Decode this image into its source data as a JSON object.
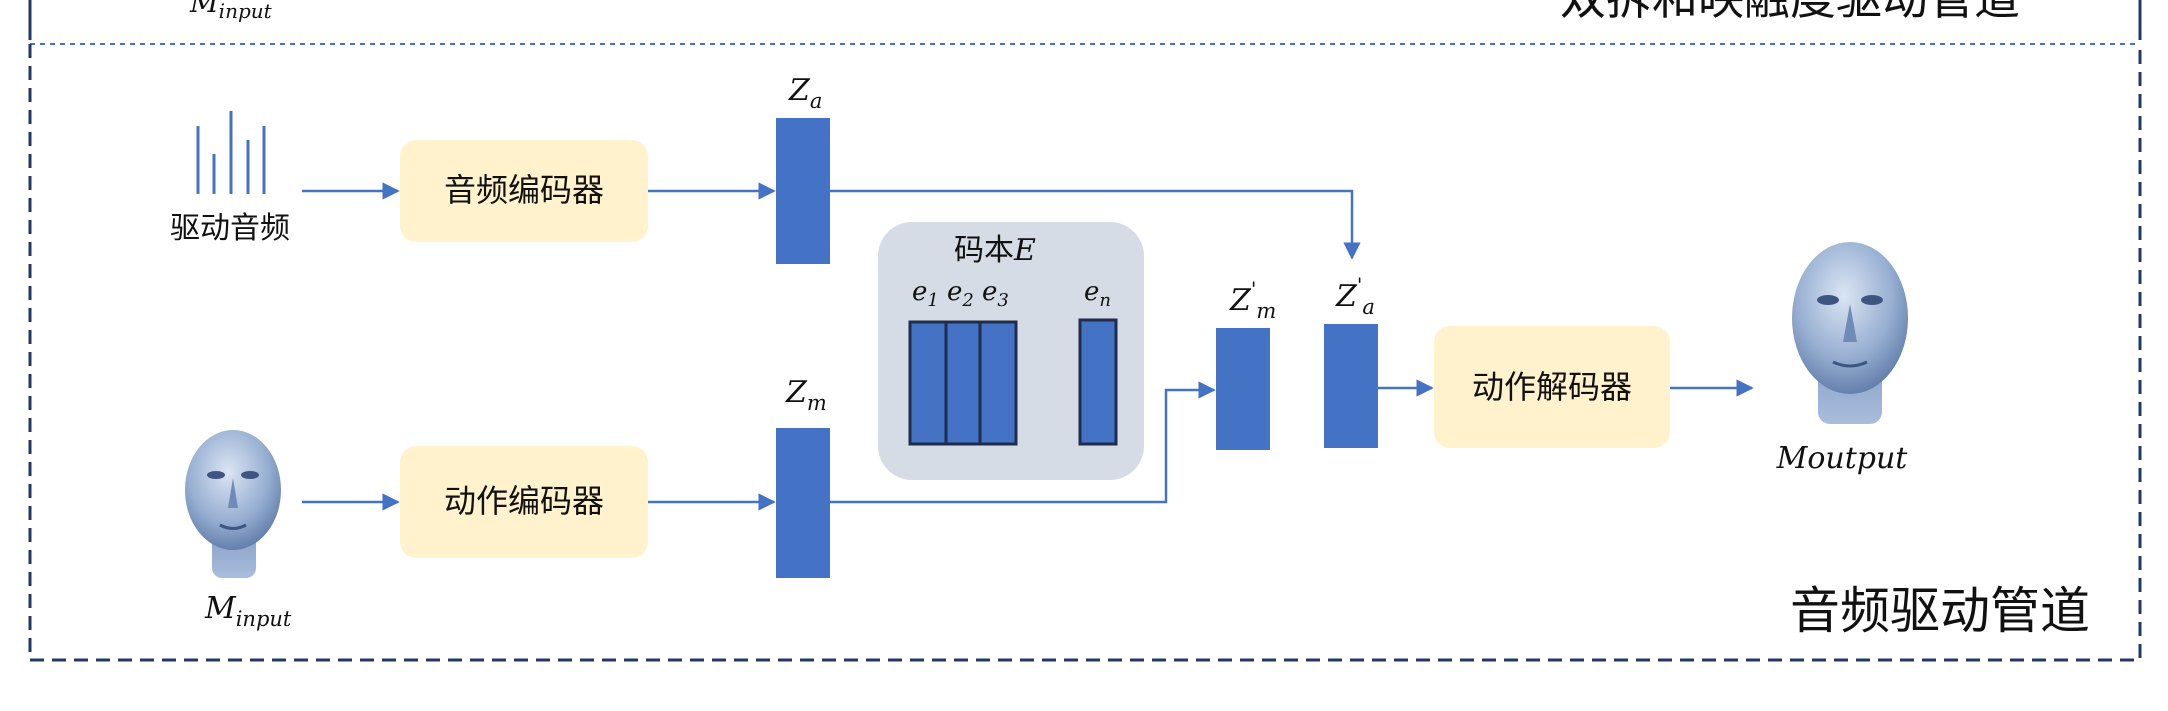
{
  "pipelines": {
    "top_partial_title": "双拆和映融度驱动管道",
    "top_partial_label": "M",
    "top_partial_label_sub": "input",
    "main_title": "音频驱动管道"
  },
  "inputs": {
    "audio_label": "驱动音频",
    "motion_label": "M",
    "motion_label_sub": "input"
  },
  "modules": {
    "audio_encoder": "音频编码器",
    "motion_encoder": "动作编码器",
    "motion_decoder": "动作解码器"
  },
  "latents": {
    "za": "Z",
    "za_sub": "a",
    "zm": "Z",
    "zm_sub": "m",
    "zm_prime": "Z",
    "zm_prime_sup": "'",
    "zm_prime_sub": "m",
    "za_prime": "Z",
    "za_prime_sup": "'",
    "za_prime_sub": "a"
  },
  "codebook": {
    "title_cjk": "码本",
    "title_var": "E",
    "entries": [
      {
        "base": "e",
        "sub": "1"
      },
      {
        "base": "e",
        "sub": "2"
      },
      {
        "base": "e",
        "sub": "3"
      },
      {
        "base": "e",
        "sub": "n"
      }
    ]
  },
  "output": {
    "label": "Moutput"
  },
  "colors": {
    "block_blue": "#4472c4",
    "module_fill": "#fff2cc",
    "codebook_fill": "#d6dce5",
    "arrow": "#4472c4",
    "dashed_border": "#1f3864",
    "head_light": "#c5d3e8",
    "head_dark": "#5b78a8"
  }
}
